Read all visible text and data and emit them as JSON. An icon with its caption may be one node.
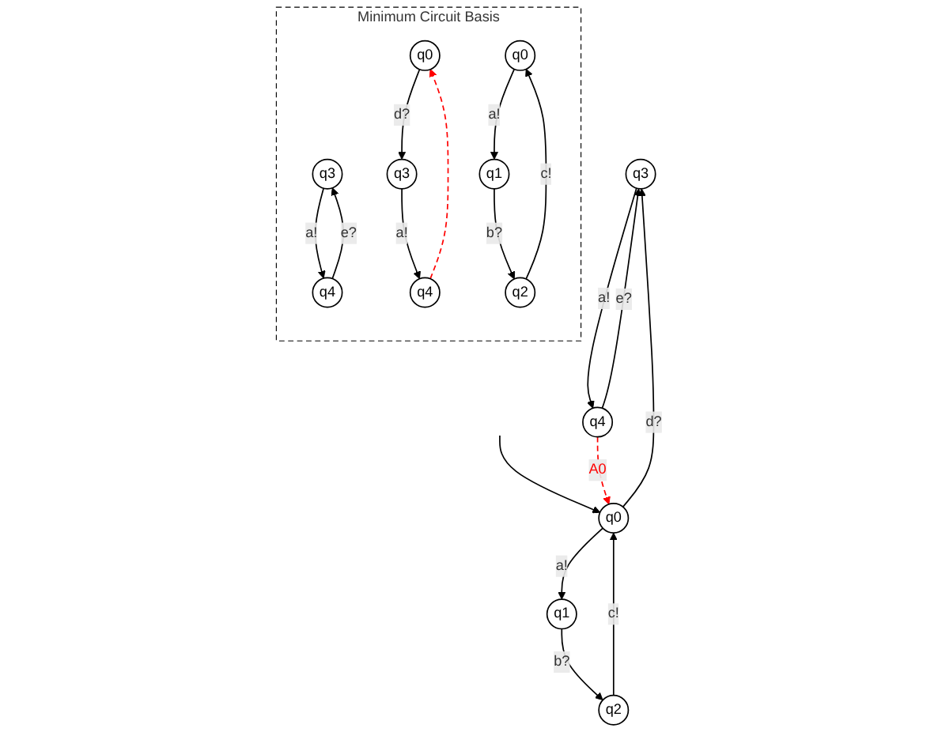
{
  "diagram": {
    "nodes": [
      {
        "text": [
          "q3"
        ]
      },
      {
        "text": [
          "q0"
        ]
      },
      {
        "text": [
          "q4"
        ]
      },
      {
        "text": [
          "q2"
        ]
      },
      {
        "text": [
          "q1"
        ]
      },
      {
        "text": [
          "Minimum Circuit Basis"
        ]
      },
      {
        "text": [
          "q3"
        ],
        "in": 5
      },
      {
        "text": [
          "q3"
        ],
        "in": 5
      },
      {
        "text": [
          "q0"
        ],
        "in": 5
      },
      {
        "text": [
          "q0"
        ],
        "in": 5
      },
      {
        "text": [
          "q4"
        ],
        "in": 5
      },
      {
        "text": [
          "q4"
        ],
        "in": 5
      },
      {
        "text": [
          "q2"
        ],
        "in": 5
      },
      {
        "text": [
          "q1"
        ],
        "in": 5
      }
    ],
    "edges": [
      {
        "from": null,
        "to": 1,
        "arrow": "to"
      },
      {
        "from": 1,
        "to": 0,
        "label": "d?",
        "arrow": "to"
      },
      {
        "from": 2,
        "to": 0,
        "label": "e?",
        "arrow": "to"
      },
      {
        "from": 0,
        "to": 2,
        "label": "a!",
        "arrow": "to"
      },
      {
        "from": 2,
        "to": 1,
        "label": "A0",
        "arrow": "to",
        "style": "dashed",
        "color": "#ff0000"
      },
      {
        "from": 1,
        "to": 4,
        "label": "a!",
        "arrow": "to"
      },
      {
        "from": 4,
        "to": 3,
        "label": "b?",
        "arrow": "to"
      },
      {
        "from": 3,
        "to": 1,
        "label": "c!",
        "arrow": "to"
      },
      {
        "from": 10,
        "to": 6,
        "label": "e?",
        "arrow": "to"
      },
      {
        "from": 6,
        "to": 10,
        "label": "a!",
        "arrow": "to"
      },
      {
        "from": 8,
        "to": 7,
        "label": "d?",
        "arrow": "to"
      },
      {
        "from": 7,
        "to": 11,
        "label": "a!",
        "arrow": "to"
      },
      {
        "from": 11,
        "to": 8,
        "arrow": "to",
        "style": "dashed",
        "color": "#ff0000"
      },
      {
        "from": 9,
        "to": 13,
        "label": "a!",
        "arrow": "to"
      },
      {
        "from": 13,
        "to": 12,
        "label": "b?",
        "arrow": "to"
      },
      {
        "from": 12,
        "to": 9,
        "label": "c!",
        "arrow": "to"
      }
    ]
  }
}
